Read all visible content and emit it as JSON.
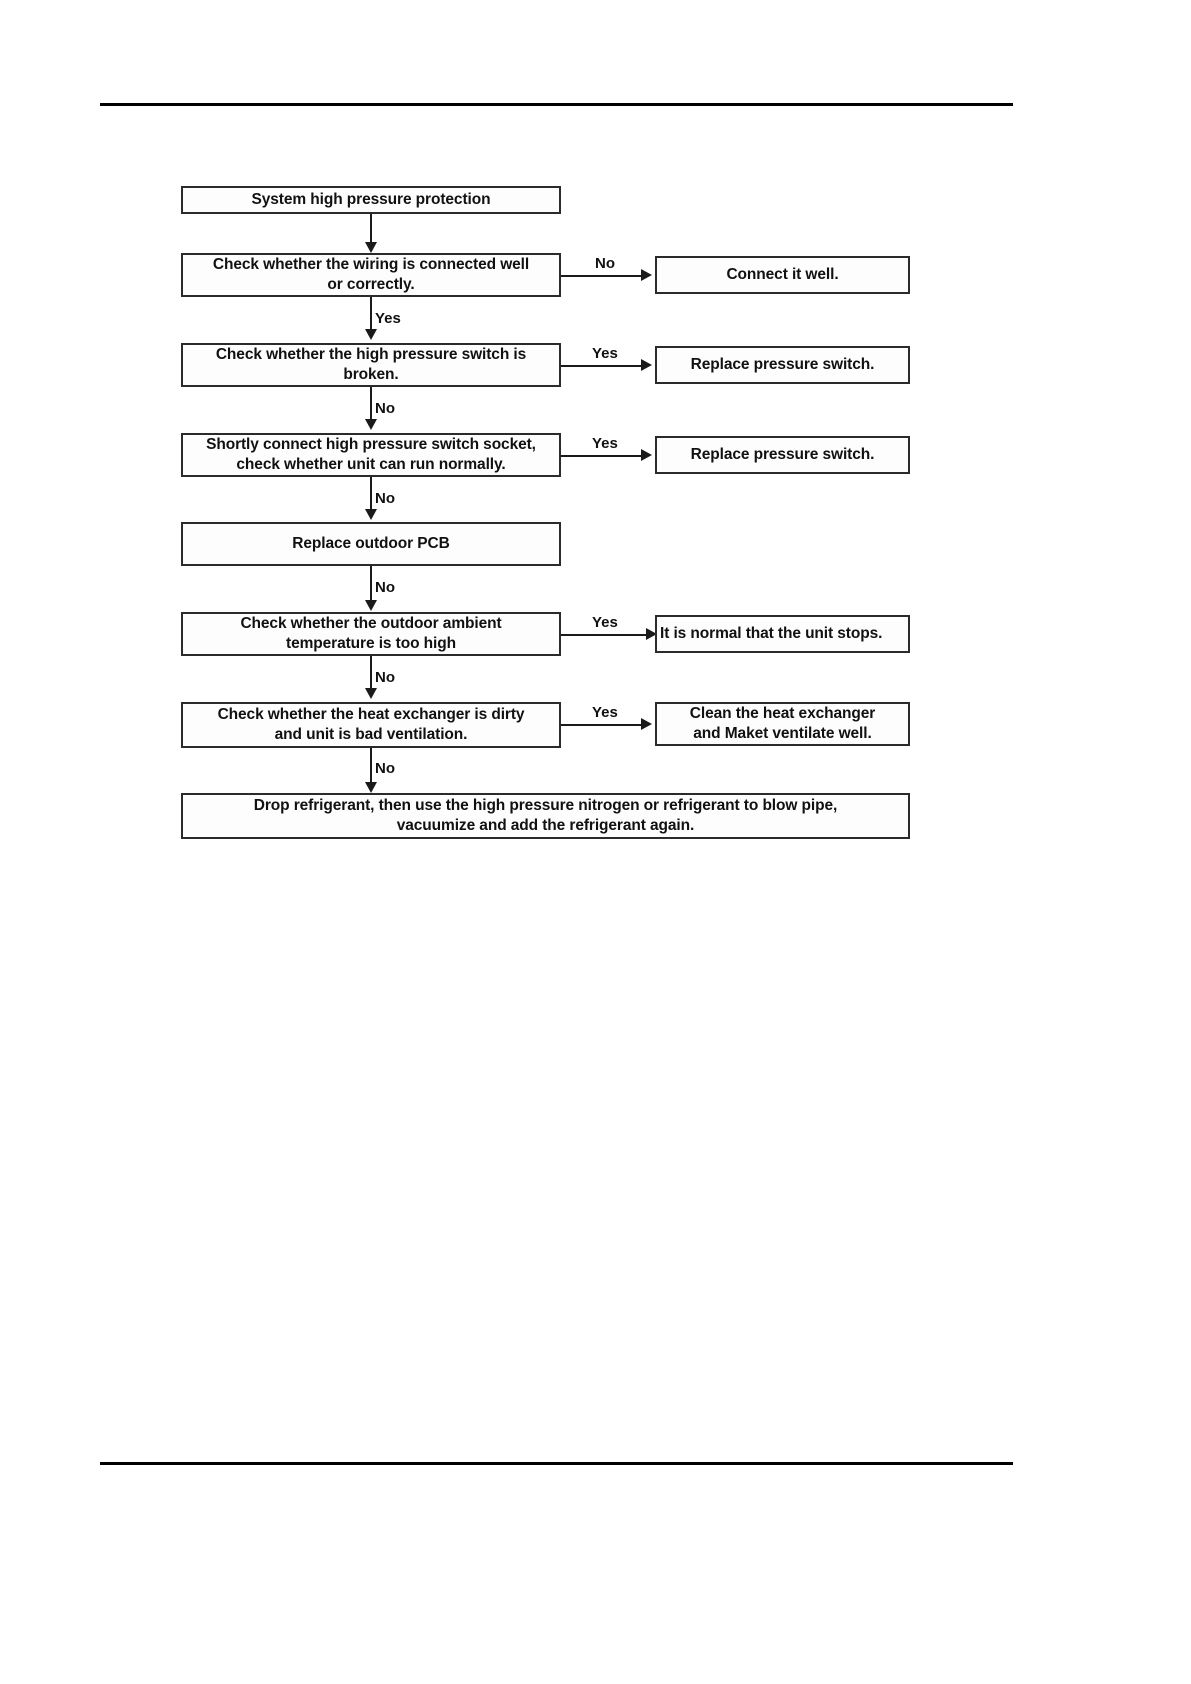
{
  "document": {
    "page_rules": {
      "top": true,
      "bottom": true
    }
  },
  "chart_data": {
    "type": "diagram",
    "title": "System high pressure protection troubleshooting flowchart",
    "orientation": "top-to-bottom",
    "nodes": [
      {
        "id": "n1",
        "label": "System high pressure protection",
        "column": "main",
        "shape": "rect"
      },
      {
        "id": "n2",
        "label": "Check whether the wiring is connected well\nor correctly.",
        "column": "main",
        "shape": "rect"
      },
      {
        "id": "n3",
        "label": "Check whether the high pressure switch is\nbroken.",
        "column": "main",
        "shape": "rect"
      },
      {
        "id": "n4",
        "label": "Shortly connect high pressure switch socket,\ncheck whether unit can run normally.",
        "column": "main",
        "shape": "rect"
      },
      {
        "id": "n5",
        "label": "Replace outdoor PCB",
        "column": "main",
        "shape": "rect"
      },
      {
        "id": "n6",
        "label": "Check whether the outdoor ambient\ntemperature is too high",
        "column": "main",
        "shape": "rect"
      },
      {
        "id": "n7",
        "label": "Check whether the heat exchanger is dirty\nand unit is bad ventilation.",
        "column": "main",
        "shape": "rect"
      },
      {
        "id": "n8",
        "label": "Drop refrigerant, then use the high pressure nitrogen or refrigerant to blow pipe,\nvacuumize and add the refrigerant again.",
        "column": "full",
        "shape": "rect"
      },
      {
        "id": "r1",
        "label": "Connect it well.",
        "column": "right",
        "shape": "rect"
      },
      {
        "id": "r2",
        "label": "Replace pressure switch.",
        "column": "right",
        "shape": "rect"
      },
      {
        "id": "r3",
        "label": "Replace pressure switch.",
        "column": "right",
        "shape": "rect"
      },
      {
        "id": "r4",
        "label": "It is normal that the unit stops.",
        "column": "right",
        "shape": "rect"
      },
      {
        "id": "r5",
        "label": "Clean the heat exchanger\nand Maket ventilate well.",
        "column": "right",
        "shape": "rect"
      }
    ],
    "edges": [
      {
        "from": "n1",
        "to": "n2",
        "label": "",
        "direction": "down"
      },
      {
        "from": "n2",
        "to": "r1",
        "label": "No",
        "direction": "right"
      },
      {
        "from": "n2",
        "to": "n3",
        "label": "Yes",
        "direction": "down"
      },
      {
        "from": "n3",
        "to": "r2",
        "label": "Yes",
        "direction": "right"
      },
      {
        "from": "n3",
        "to": "n4",
        "label": "No",
        "direction": "down"
      },
      {
        "from": "n4",
        "to": "r3",
        "label": "Yes",
        "direction": "right"
      },
      {
        "from": "n4",
        "to": "n5",
        "label": "No",
        "direction": "down"
      },
      {
        "from": "n5",
        "to": "n6",
        "label": "No",
        "direction": "down"
      },
      {
        "from": "n6",
        "to": "r4",
        "label": "Yes",
        "direction": "right"
      },
      {
        "from": "n6",
        "to": "n7",
        "label": "No",
        "direction": "down"
      },
      {
        "from": "n7",
        "to": "r5",
        "label": "Yes",
        "direction": "right"
      },
      {
        "from": "n7",
        "to": "n8",
        "label": "No",
        "direction": "down"
      }
    ],
    "colors": {
      "border": "#2b2b2b",
      "text": "#111111",
      "background": "#ffffff",
      "connector": "#1a1a1a"
    }
  }
}
